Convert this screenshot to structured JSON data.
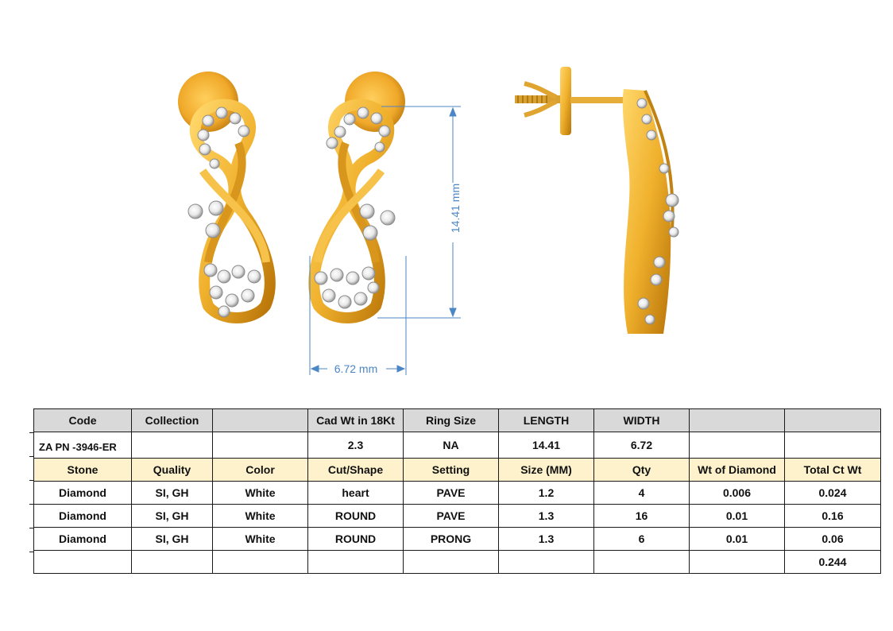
{
  "dimensions": {
    "length_label": "14.41 mm",
    "width_label": "6.72 mm"
  },
  "colors": {
    "gold": "#f0b12d",
    "gold_dark": "#b87408",
    "dimension_line": "#4b86c5",
    "header_grey": "#d9d9d9",
    "header_cream": "#fdf2cc"
  },
  "table": {
    "header1": [
      "Code",
      "Collection",
      "",
      "Cad Wt in 18Kt",
      "Ring Size",
      "LENGTH",
      "WIDTH",
      "",
      ""
    ],
    "info_row": [
      "ZA PN -3946-ER",
      "",
      "",
      "2.3",
      "NA",
      "14.41",
      "6.72",
      "",
      ""
    ],
    "header2": [
      "Stone",
      "Quality",
      "Color",
      "Cut/Shape",
      "Setting",
      "Size (MM)",
      "Qty",
      "Wt of Diamond",
      "Total Ct Wt"
    ],
    "stones": [
      [
        "Diamond",
        "SI, GH",
        "White",
        "heart",
        "PAVE",
        "1.2",
        "4",
        "0.006",
        "0.024"
      ],
      [
        "Diamond",
        "SI, GH",
        "White",
        "ROUND",
        "PAVE",
        "1.3",
        "16",
        "0.01",
        "0.16"
      ],
      [
        "Diamond",
        "SI, GH",
        "White",
        "ROUND",
        "PRONG",
        "1.3",
        "6",
        "0.01",
        "0.06"
      ]
    ],
    "total_row": [
      "",
      "",
      "",
      "",
      "",
      "",
      "",
      "",
      "0.244"
    ]
  }
}
